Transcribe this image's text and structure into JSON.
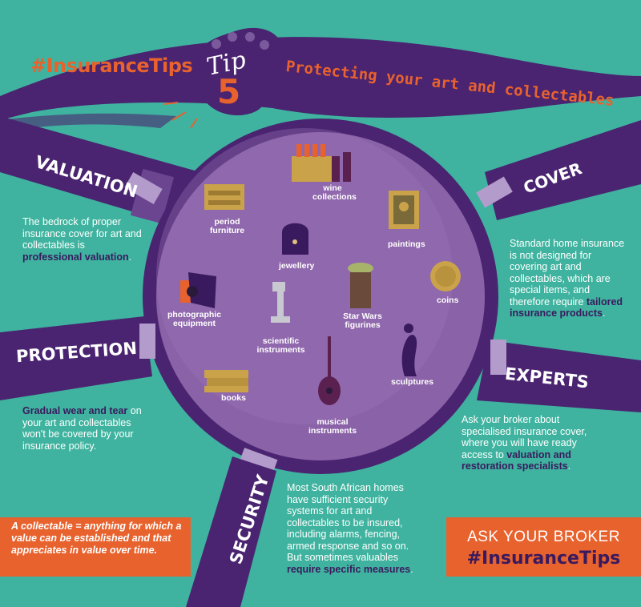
{
  "header": {
    "hashtag": "#InsuranceTips",
    "tip_word": "Tip",
    "tip_number": "5",
    "title": "Protecting your art and collectables"
  },
  "sections": {
    "valuation": {
      "label": "VALUATION",
      "text": "The bedrock of proper insurance cover for art and collectables is ",
      "bold": "professional valuation",
      "end": "."
    },
    "protection": {
      "label": "PROTECTION",
      "bold": "Gradual wear and tear",
      "text": " on your art and collectables won't be covered by your insurance policy."
    },
    "security": {
      "label": "SECURITY",
      "text": "Most South African homes have sufficient security systems for art and collectables to be insured, including alarms, fencing, armed response and so on. But sometimes valuables ",
      "bold": "require specific measures",
      "end": "."
    },
    "cover": {
      "label": "COVER",
      "text": "Standard home insurance is not designed for covering art and collectables, which are special items, and therefore require ",
      "bold": "tailored insurance products",
      "end": "."
    },
    "experts": {
      "label": "EXPERTS",
      "text": "Ask your broker about specialised insurance cover, where you will have ready access to ",
      "bold": "valuation and restoration specialists",
      "end": "."
    }
  },
  "items": {
    "wine": "wine collections",
    "furniture": "period furniture",
    "paintings": "paintings",
    "jewellery": "jewellery",
    "coins": "coins",
    "photo": "photographic equipment",
    "starwars": "Star Wars figurines",
    "scientific": "scientific instruments",
    "books": "books",
    "sculptures": "sculptures",
    "musical": "musical instruments"
  },
  "footer": {
    "definition": "A collectable = anything for which a value can be established and that appreciates in value over time.",
    "ask_line1": "ASK YOUR BROKER",
    "ask_line2": "#InsuranceTips"
  },
  "colors": {
    "background": "#3fb39f",
    "purple": "#4a2470",
    "lens": "#8a62a8",
    "orange": "#e8622e",
    "handle_light": "#b39bcb"
  }
}
